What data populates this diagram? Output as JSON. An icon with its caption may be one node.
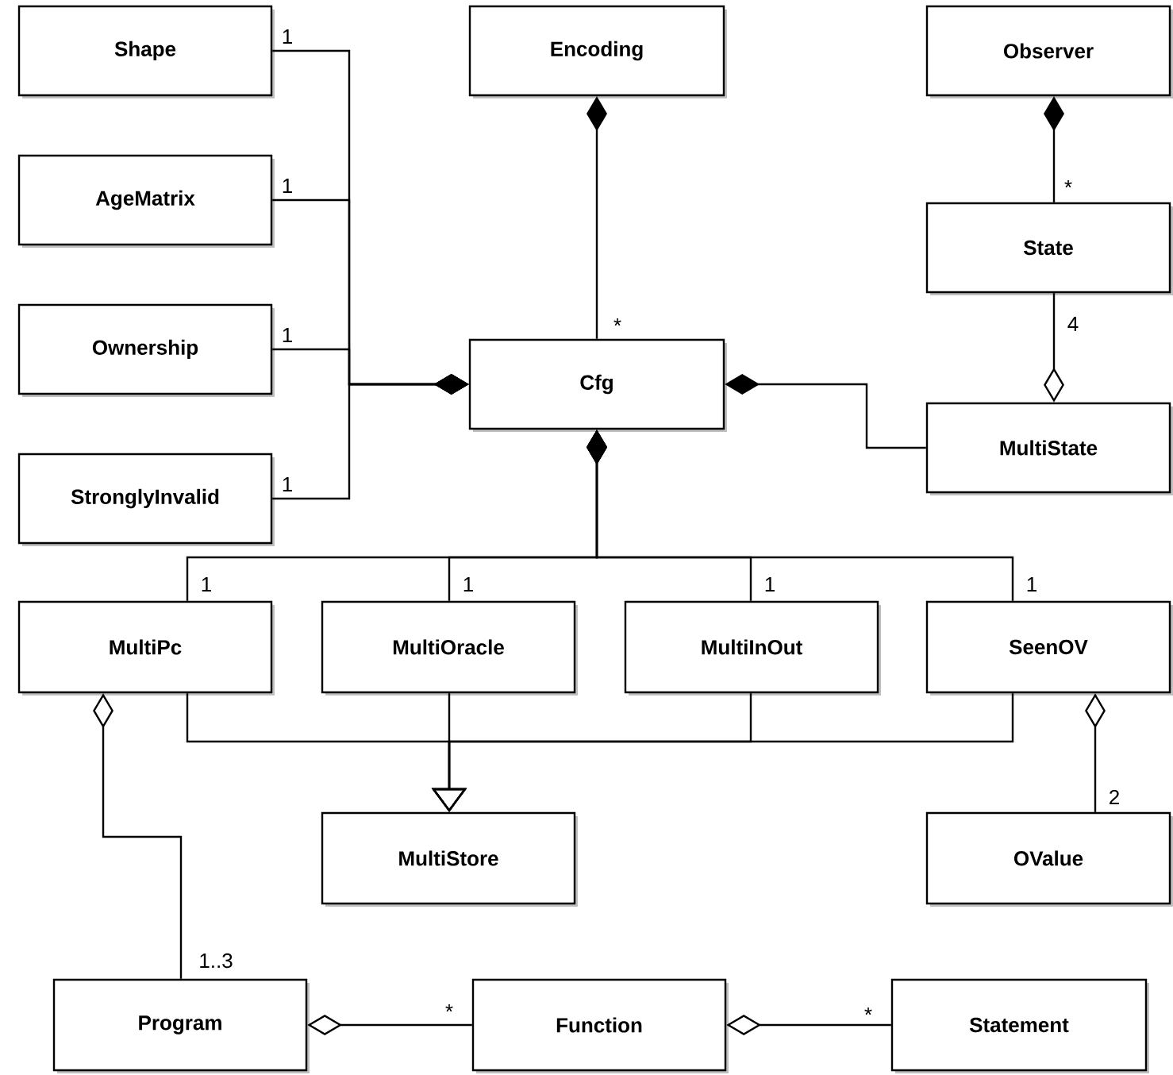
{
  "diagram": {
    "nodes": [
      {
        "text": [
          "Shape"
        ]
      },
      {
        "text": [
          "AgeMatrix"
        ]
      },
      {
        "text": [
          "Ownership"
        ]
      },
      {
        "text": [
          "StronglyInvalid"
        ]
      },
      {
        "text": [
          "Encoding"
        ]
      },
      {
        "text": [
          "Cfg"
        ]
      },
      {
        "text": [
          "Observer"
        ]
      },
      {
        "text": [
          "State"
        ]
      },
      {
        "text": [
          "MultiState"
        ]
      },
      {
        "text": [
          "MultiPc"
        ]
      },
      {
        "text": [
          "MultiOracle"
        ]
      },
      {
        "text": [
          "MultiInOut"
        ]
      },
      {
        "text": [
          "SeenOV"
        ]
      },
      {
        "text": [
          "MultiStore"
        ]
      },
      {
        "text": [
          "OValue"
        ]
      },
      {
        "text": [
          "Program"
        ]
      },
      {
        "text": [
          "Function"
        ]
      },
      {
        "text": [
          "Statement"
        ]
      }
    ],
    "edges": [
      {
        "from": 5,
        "to": 0,
        "arrow": "other",
        "label": "1"
      },
      {
        "from": 5,
        "to": 1,
        "arrow": "other",
        "label": "1"
      },
      {
        "from": 5,
        "to": 2,
        "arrow": "other",
        "label": "1"
      },
      {
        "from": 5,
        "to": 3,
        "arrow": "other",
        "label": "1"
      },
      {
        "from": 4,
        "to": 5,
        "arrow": "other",
        "label": "*"
      },
      {
        "from": 6,
        "to": 7,
        "arrow": "other",
        "label": "*"
      },
      {
        "from": 8,
        "to": 7,
        "arrow": "other",
        "label": "4"
      },
      {
        "from": 5,
        "to": 8,
        "arrow": "other"
      },
      {
        "from": 5,
        "to": 9,
        "arrow": "other",
        "label": "1"
      },
      {
        "from": 5,
        "to": 10,
        "arrow": "other",
        "label": "1"
      },
      {
        "from": 5,
        "to": 11,
        "arrow": "other",
        "label": "1"
      },
      {
        "from": 5,
        "to": 12,
        "arrow": "other",
        "label": "1"
      },
      {
        "from": 9,
        "to": 13,
        "arrow": "to"
      },
      {
        "from": 10,
        "to": 13,
        "arrow": "to"
      },
      {
        "from": 11,
        "to": 13,
        "arrow": "to"
      },
      {
        "from": 12,
        "to": 13,
        "arrow": "to"
      },
      {
        "from": 12,
        "to": 14,
        "arrow": "other",
        "label": "2"
      },
      {
        "from": 9,
        "to": 15,
        "arrow": "other",
        "label": "1..3"
      },
      {
        "from": 15,
        "to": 16,
        "arrow": "other",
        "label": "*"
      },
      {
        "from": 16,
        "to": 17,
        "arrow": "other",
        "label": "*"
      }
    ]
  }
}
